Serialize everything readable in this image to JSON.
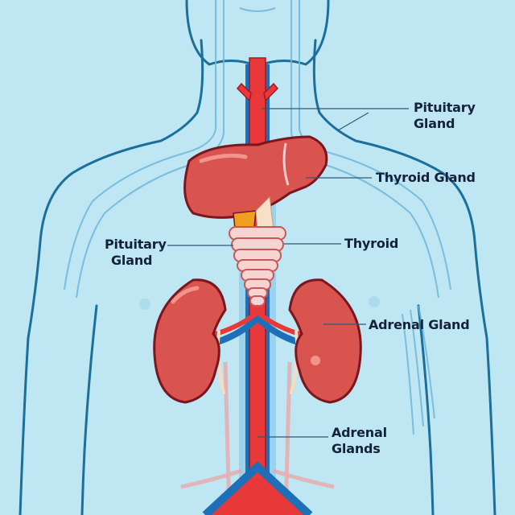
{
  "diagram": {
    "subject": "Human torso endocrine / organ anatomy illustration",
    "colors": {
      "background": "#bfe6f3",
      "body_outline": "#1b6f9a",
      "artery": "#e8383a",
      "vein": "#1e6fb8",
      "organ": "#d9544f",
      "organ_outline": "#7a1620",
      "thyroid_tissue": "#f6d4d0",
      "label_text": "#14213a",
      "leader_line": "#2c5a78"
    },
    "labels": [
      {
        "id": "pituitary-gland-upper",
        "line1": "Pituitary",
        "line2": "Gland"
      },
      {
        "id": "thyroid-gland",
        "line1": "Thyroid Gland"
      },
      {
        "id": "pituitary-gland-left",
        "line1": "Pituitary",
        "line2": "Gland"
      },
      {
        "id": "thyroid",
        "line1": "Thyroid"
      },
      {
        "id": "adrenal-gland",
        "line1": "Adrenal Gland"
      },
      {
        "id": "adrenal-glands",
        "line1": "Adrenal",
        "line2": "Glands"
      }
    ]
  }
}
